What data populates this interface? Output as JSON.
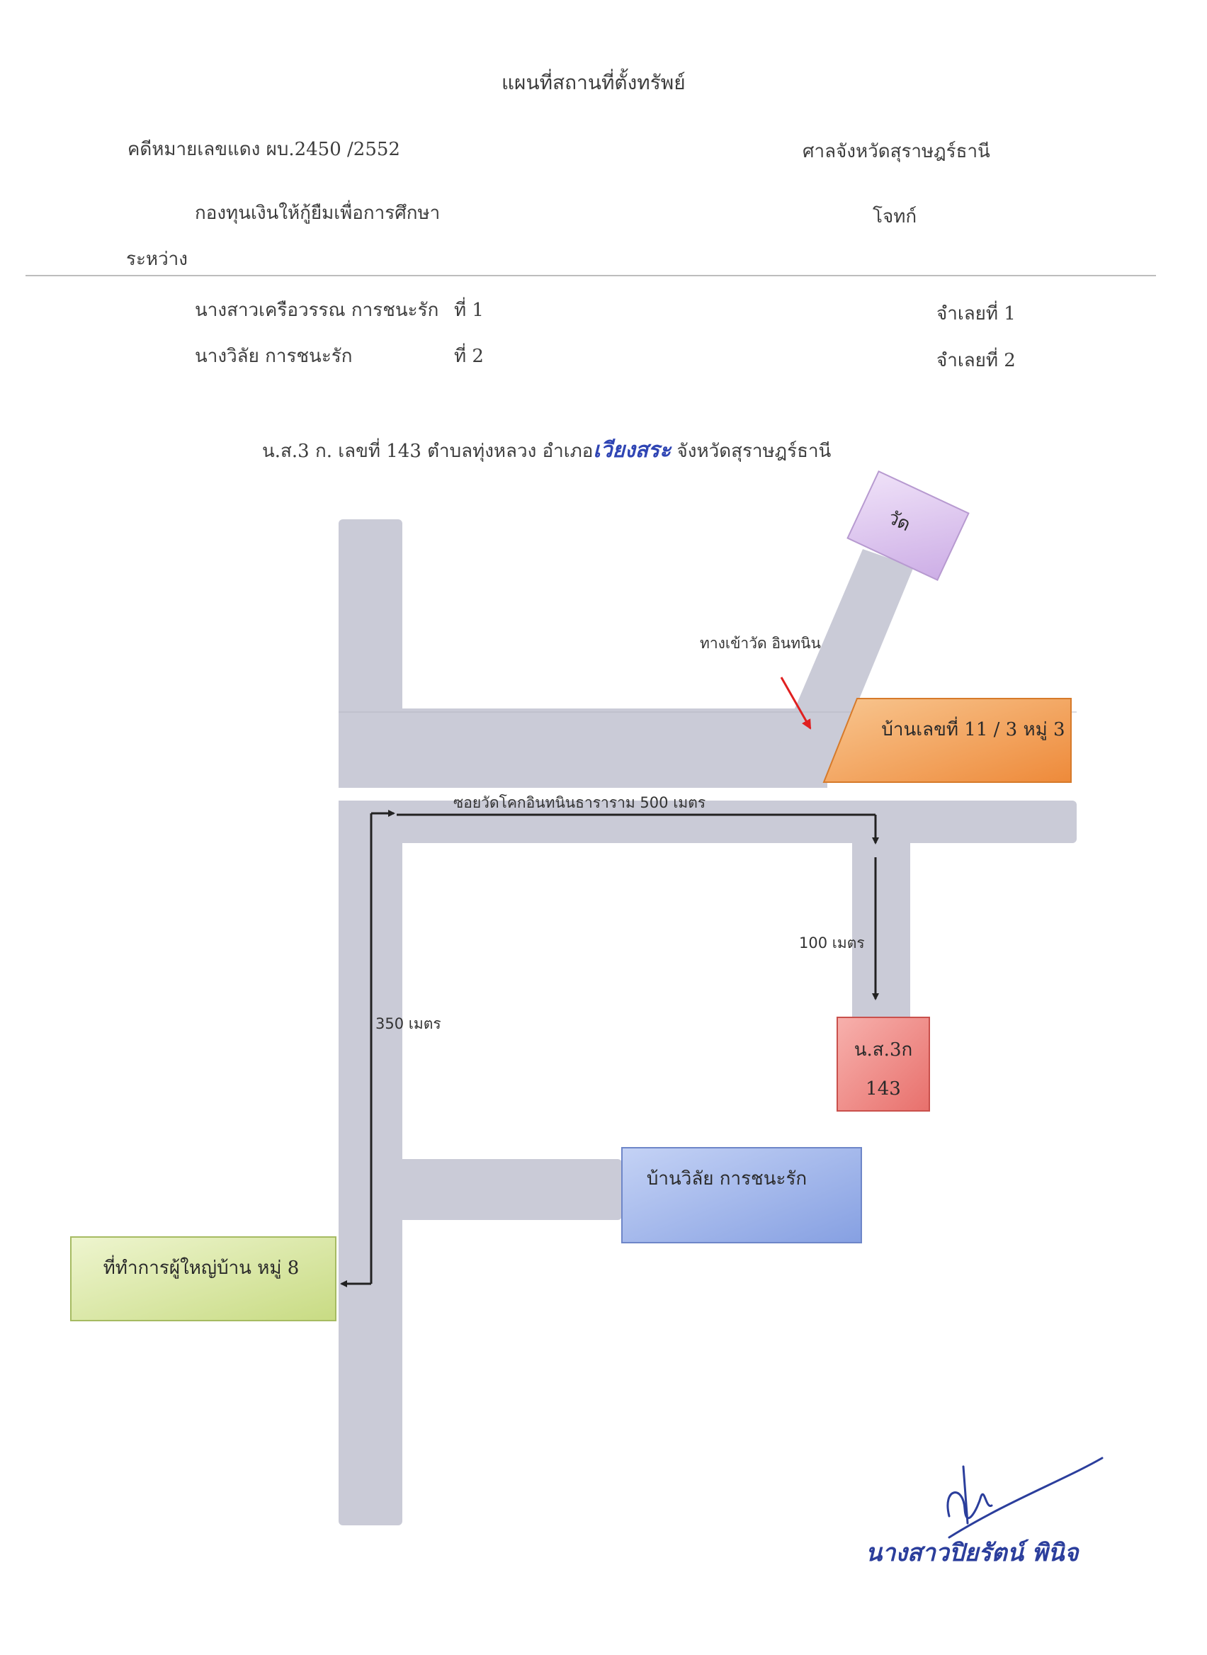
{
  "header": {
    "title": "แผนที่สถานที่ตั้งทรัพย์",
    "case_number": "คดีหมายเลขแดง  ผบ.2450 /2552",
    "court": "ศาลจังหวัดสุราษฎร์ธานี",
    "plaintiff_name": "กองทุนเงินให้กู้ยืมเพื่อการศึกษา",
    "plaintiff_role": "โจทก์",
    "between": "ระหว่าง"
  },
  "defendants": [
    {
      "name": "นางสาวเครือวรรณ  การชนะรัก",
      "order": "ที่ 1",
      "role": "จำเลยที่ 1"
    },
    {
      "name": "นางวิลัย     การชนะรัก",
      "order": "ที่ 2",
      "role": "จำเลยที่ 2"
    }
  ],
  "location": {
    "prefix": "น.ส.3 ก. เลขที่  143  ตำบลทุ่งหลวง  อำเภอ",
    "district_handwritten": "เวียงสระ",
    "suffix": " จังหวัดสุราษฎร์ธานี"
  },
  "map": {
    "temple": "วัด",
    "temple_entrance": "ทางเข้าวัด อินทนิน",
    "house_11_3": "บ้านเลขที่ 11 / 3 หมู่ 3",
    "soi_label": "ซอยวัดโคกอินทนินธาราราม  500 เมตร",
    "dist_100": "100 เมตร",
    "dist_350": "350 เมตร",
    "parcel_line1": "น.ส.3ก",
    "parcel_line2": "143",
    "house_wilai": "บ้านวิลัย  การชนะรัก",
    "village_office": "ที่ทำการผู้ใหญ่บ้าน หมู่ 8"
  },
  "signature": {
    "name": "นางสาวปิยรัตน์  พินิจ"
  },
  "colors": {
    "road": "#c9cad6",
    "temple_box": "#dcc6ee",
    "house_box": "#f2a04e",
    "parcel_box": "#ef8a86",
    "wilai_box": "#9db3ea",
    "office_box": "#d7e6a3",
    "arrow_red": "#e02020",
    "signature_ink": "#2b3e9c"
  }
}
